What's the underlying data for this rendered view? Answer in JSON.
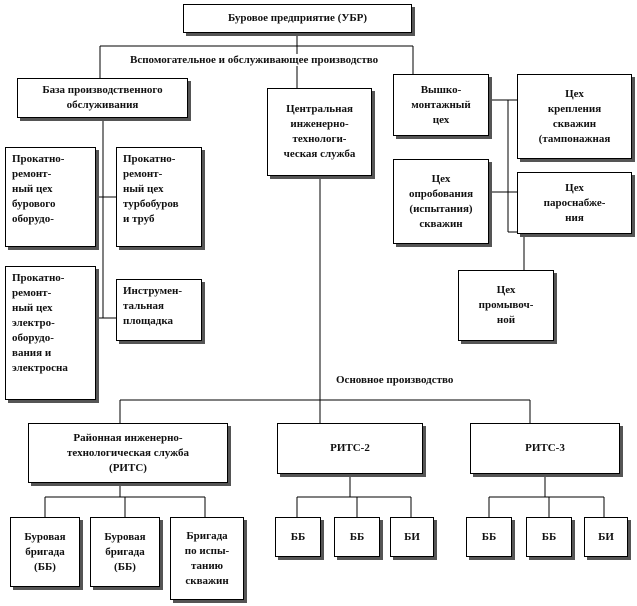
{
  "root": "Буровое предприятие (УБР)",
  "aux_label": "Вспомогательное и обслуживающее производство",
  "main_label": "Основное производство",
  "aux": {
    "base": "База производственного\nобслуживания",
    "prs_drilling": "Прокатно-\nремонт-\nный цех\nбурового\nоборудо-",
    "prs_turbo": "Прокатно-\nремонт-\nный цех\nтурбобуров\nи труб",
    "prs_electro": "Прокатно-\nремонт-\nный цех\nэлектро-\nоборудо-\nвания и\nэлектросна",
    "tools": "Инструмен-\nтальная\nплощадка",
    "cits": "Центральная\nинженерно-\nтехнологи-\nческая служба",
    "vmc": "Вышко-\nмонтажный\nцех",
    "crep": "Цех\nкрепления\nскважин\n(тампонажная",
    "test": "Цех\nопробования\n(испытания)\nскважин",
    "steam": "Цех\nпароснабже-\nния",
    "flush": "Цех\nпромывоч-\nной"
  },
  "main": {
    "rits1": "Районная инженерно-\nтехнологическая служба\n(РИТС)",
    "rits2": "РИТС-2",
    "rits3": "РИТС-3",
    "bb1": "Буровая\nбригада\n(ББ)",
    "bb2": "Буровая\nбригада\n(ББ)",
    "bi1": "Бригада\nпо испы-\nтанию\nскважин",
    "bb_r2_1": "ББ",
    "bb_r2_2": "ББ",
    "bi_r2": "БИ",
    "bb_r3_1": "ББ",
    "bb_r3_2": "ББ",
    "bi_r3": "БИ"
  }
}
